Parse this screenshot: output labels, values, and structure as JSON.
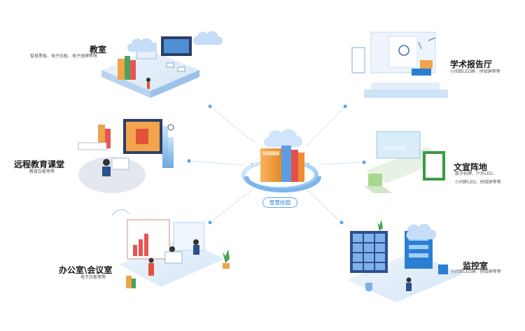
{
  "center": {
    "label": "智慧校园"
  },
  "nodes": [
    {
      "id": "classroom",
      "title": "教室",
      "desc": [
        "智慧黑板、电子白板、电子班牌等等"
      ]
    },
    {
      "id": "lecture-hall",
      "title": "学术报告厅",
      "desc": [
        "小间距LED屏、拼接屏等等"
      ]
    },
    {
      "id": "remote-class",
      "title": "远程教育课堂",
      "desc": [
        "教育白板等等"
      ]
    },
    {
      "id": "culture",
      "title": "文宣阵地",
      "desc": [
        "数字标牌、户外LED、",
        "小间距LED、拼接屏等等"
      ]
    },
    {
      "id": "office",
      "title": "办公室\\会议室",
      "desc": [
        "电子白板等等"
      ]
    },
    {
      "id": "monitor",
      "title": "监控室",
      "desc": [
        "小间距LED屏、拼接屏等等"
      ]
    }
  ],
  "colors": {
    "accent": "#2b7fd2",
    "line": "#a9cdee",
    "orange": "#f3a54b",
    "green": "#4caf50"
  }
}
